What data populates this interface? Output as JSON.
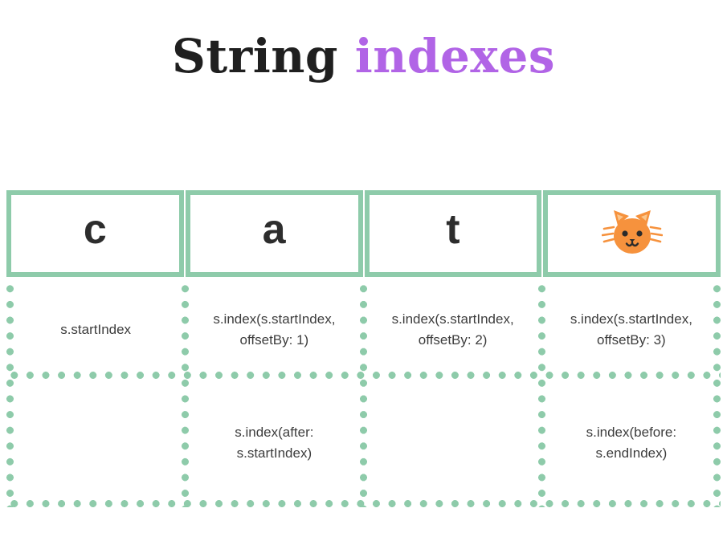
{
  "title": {
    "word1": "String",
    "word2": "indexes"
  },
  "colors": {
    "green_border": "#8ECBAA",
    "accent_purple": "#B164E6",
    "title_dark": "#1F1F1F",
    "cell_text": "#3D3D3D",
    "cat_orange": "#F6923D"
  },
  "table": {
    "characters": [
      "c",
      "a",
      "t",
      "🐱"
    ],
    "rows": [
      [
        "s.startIndex",
        "s.index(s.startIndex, offsetBy: 1)",
        "s.index(s.startIndex, offsetBy: 2)",
        "s.index(s.startIndex, offsetBy: 3)"
      ],
      [
        "",
        "s.index(after: s.startIndex)",
        "",
        "s.index(before: s.endIndex)"
      ]
    ]
  }
}
